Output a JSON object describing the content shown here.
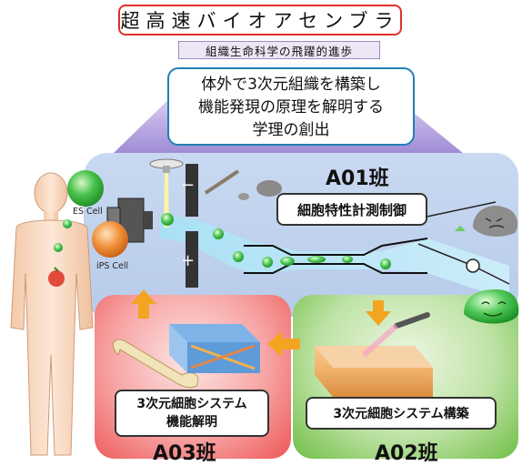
{
  "title": "超高速バイオアセンブラ",
  "subtitle": "組織生命科学の飛躍的進歩",
  "goal": {
    "line1": "体外で3次元組織を構築し",
    "line2": "機能発現の原理を解明する",
    "line3": "学理の創出"
  },
  "teams": {
    "a01": {
      "name": "A01班",
      "label": "細胞特性計測制御"
    },
    "a02": {
      "name": "A02班",
      "label": "3次元細胞システム構築"
    },
    "a03": {
      "name": "A03班",
      "label_line1": "3次元細胞システム",
      "label_line2": "機能解明"
    }
  },
  "cells": {
    "es": "ES Cell",
    "ips": "iPS Cell"
  },
  "device": {
    "minus": "−",
    "plus": "+"
  },
  "colors": {
    "title_border": "#e0302a",
    "goal_border": "#1f7fb8",
    "a01_panel": "#c1d4ef",
    "a02_panel": "#6fbe45",
    "a03_panel": "#ee5656",
    "arrow": "#f3a521",
    "es_cell": "#3fb83f",
    "ips_cell": "#f08a2a"
  }
}
